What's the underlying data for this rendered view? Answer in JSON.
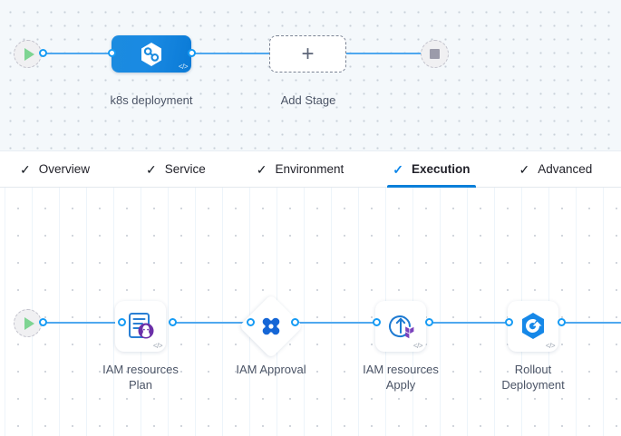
{
  "stage_canvas": {
    "start_node": {
      "icon": "play-icon"
    },
    "end_node": {
      "icon": "stop-icon"
    },
    "stage": {
      "label": "k8s deployment",
      "icon": "k8s-hexagon-infinity-icon",
      "code_badge": "</>",
      "gradient_from": "#1b8bdf",
      "gradient_to": "#0a7ad6"
    },
    "add_stage": {
      "label": "Add Stage",
      "icon": "plus-icon",
      "plus_glyph": "+"
    }
  },
  "tabs": {
    "check_glyph": "✓",
    "items": [
      {
        "label": "Overview",
        "checked": true,
        "active": false
      },
      {
        "label": "Service",
        "checked": true,
        "active": false
      },
      {
        "label": "Environment",
        "checked": true,
        "active": false
      },
      {
        "label": "Execution",
        "checked": true,
        "active": true
      },
      {
        "label": "Advanced",
        "checked": true,
        "active": false
      }
    ],
    "active_underline_color": "#0b7fd9"
  },
  "execution_canvas": {
    "start_node": {
      "icon": "play-icon"
    },
    "steps": [
      {
        "label_line1": "IAM resources",
        "label_line2": "Plan",
        "icon": "terraform-plan-document-icon",
        "code_badge": "</>",
        "shape": "rounded-square"
      },
      {
        "label_line1": "IAM Approval",
        "label_line2": "",
        "icon": "harness-approval-flower-icon",
        "code_badge": "",
        "shape": "diamond"
      },
      {
        "label_line1": "IAM resources",
        "label_line2": "Apply",
        "icon": "terraform-apply-rollback-icon",
        "code_badge": "</>",
        "shape": "rounded-square"
      },
      {
        "label_line1": "Rollout",
        "label_line2": "Deployment",
        "icon": "argo-rollout-hexagon-icon",
        "code_badge": "</>",
        "shape": "rounded-square"
      }
    ]
  },
  "colors": {
    "edge": "#4fa8ef",
    "port_border": "#169bf4",
    "accent_blue": "#0b7fd9",
    "icon_blue": "#1476d2",
    "terraform_purple": "#7b42bc",
    "play_green": "#7ed492",
    "stop_gray": "#9b9baa",
    "canvas_top_bg": "#f4f8fb",
    "canvas_bottom_bg": "#ffffff",
    "label_text": "#4b5466"
  }
}
